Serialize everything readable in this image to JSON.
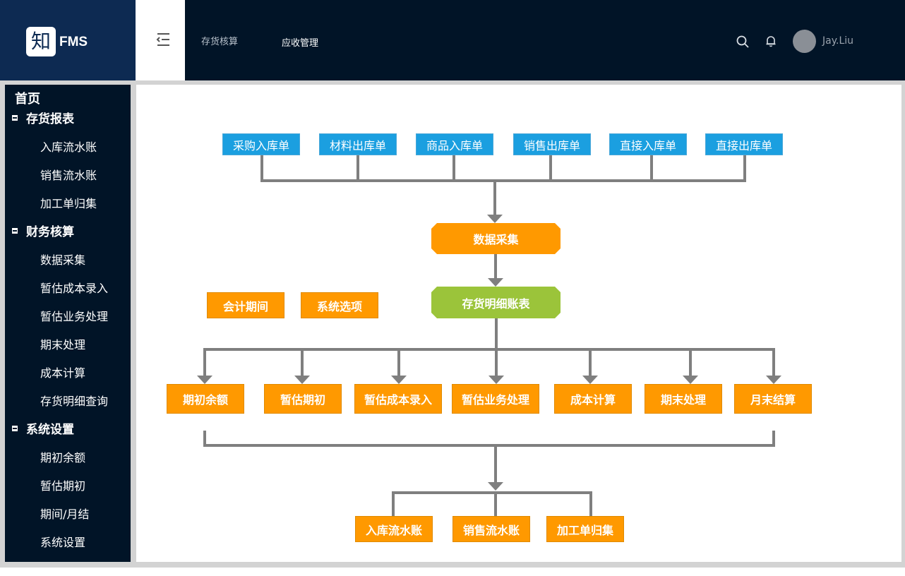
{
  "header": {
    "logo_glyph": "知",
    "logo_text": "FMS",
    "nav_tabs": [
      {
        "label": "存货核算",
        "color": "#b9c2cc"
      },
      {
        "label": "应收管理",
        "color": "#ffffff"
      }
    ],
    "user_name": "Jay.Liu",
    "icons": [
      "menu-collapse-icon",
      "search-icon",
      "bell-icon"
    ]
  },
  "sidebar": {
    "home": "首页",
    "groups": [
      {
        "label": "存货报表",
        "items": [
          "入库流水账",
          "销售流水账",
          "加工单归集"
        ]
      },
      {
        "label": "财务核算",
        "items": [
          "数据采集",
          "暂估成本录入",
          "暂估业务处理",
          "期末处理",
          "成本计算",
          "存货明细查询"
        ]
      },
      {
        "label": "系统设置",
        "items": [
          "期初余额",
          "暂估期初",
          "期间/月结",
          "系统设置"
        ]
      }
    ]
  },
  "flowchart": {
    "sources": [
      "采购入库单",
      "材料出库单",
      "商品入库单",
      "销售出库单",
      "直接入库单",
      "直接出库单"
    ],
    "collect": "数据采集",
    "ledger": "存货明细账表",
    "settings": [
      "会计期间",
      "系统选项"
    ],
    "processes": [
      "期初余额",
      "暂估期初",
      "暂估成本录入",
      "暂估业务处理",
      "成本计算",
      "期末处理",
      "月末结算"
    ],
    "outputs": [
      "入库流水账",
      "销售流水账",
      "加工单归集"
    ]
  },
  "colors": {
    "header_bg": "#011427",
    "logo_bg": "#0d2a52",
    "source_box": "#1b9fe0",
    "process_box": "#ff9900",
    "ledger_box": "#9bc43a",
    "connector": "#7f7f7f"
  }
}
